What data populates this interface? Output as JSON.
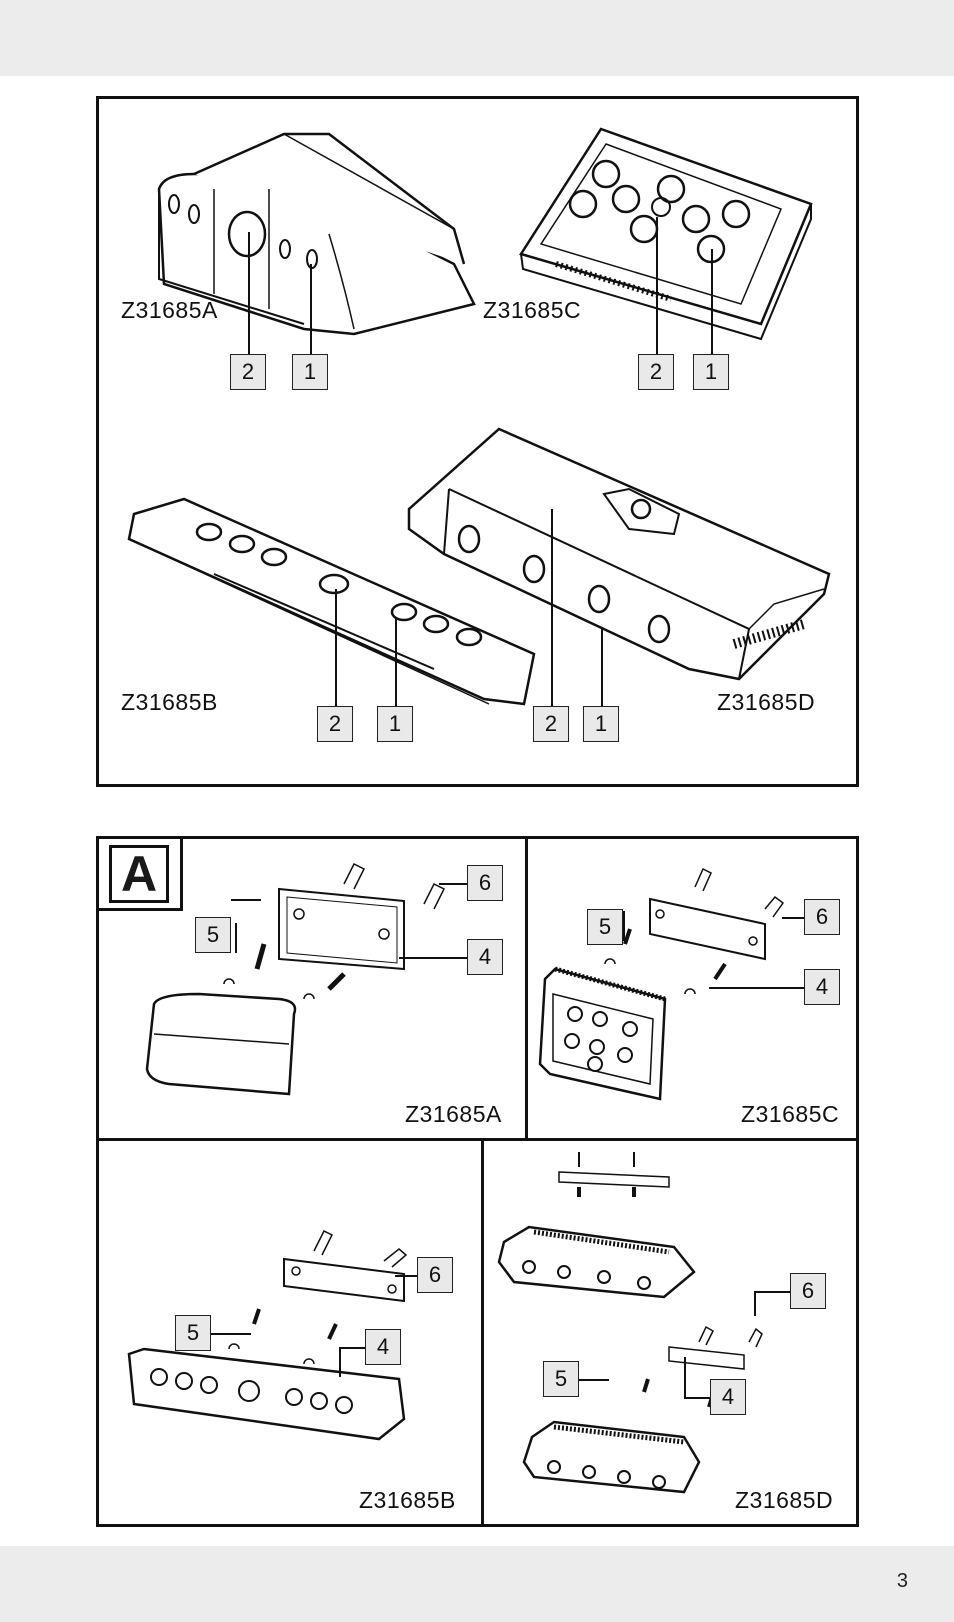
{
  "models": {
    "a": "Z31685A",
    "b": "Z31685B",
    "c": "Z31685C",
    "d": "Z31685D"
  },
  "callouts": {
    "one": "1",
    "two": "2",
    "four": "4",
    "five": "5",
    "six": "6"
  },
  "section_letter": "A",
  "page_number": "3"
}
